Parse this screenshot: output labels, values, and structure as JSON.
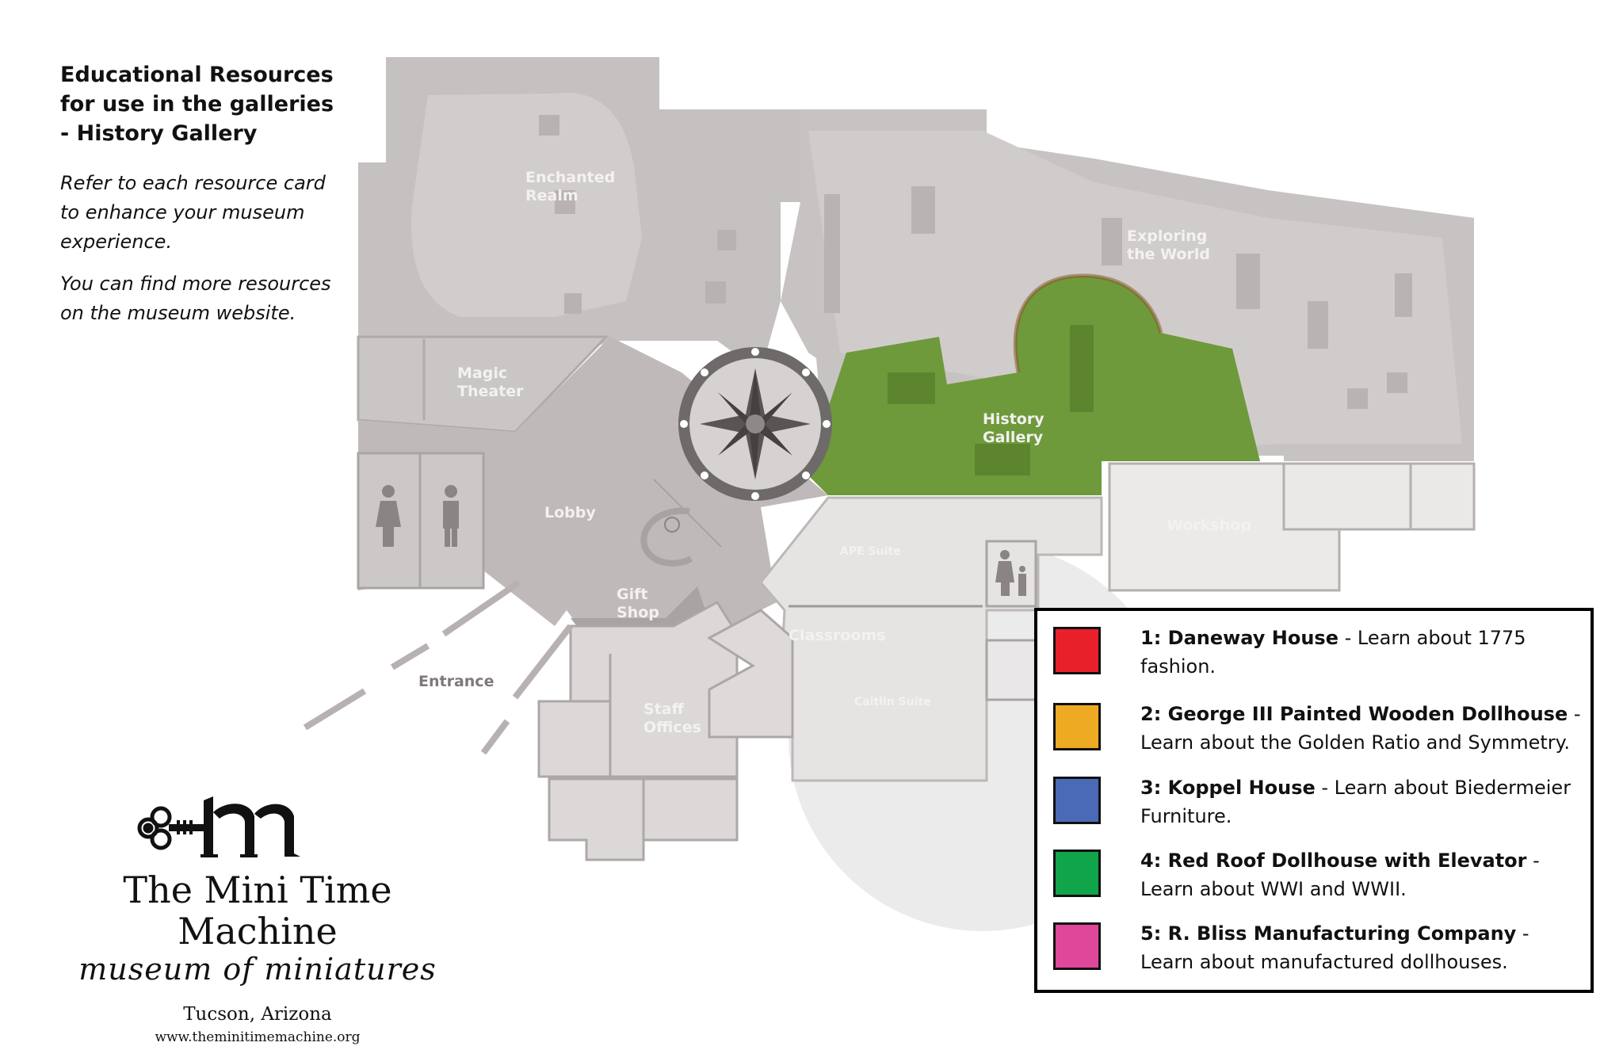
{
  "intro": {
    "title": "Educational Resources for use in the galleries - History Gallery",
    "note1": "Refer to each resource card to enhance your museum experience.",
    "note2": "You can find more resources on the museum website."
  },
  "map": {
    "labels": {
      "enchanted_1": "Enchanted",
      "enchanted_2": "Realm",
      "exploring_1": "Exploring",
      "exploring_2": "the World",
      "magic_1": "Magic",
      "magic_2": "Theater",
      "history_1": "History",
      "history_2": "Gallery",
      "lobby": "Lobby",
      "workshop": "Workshop",
      "ape": "APE Suite",
      "gift_1": "Gift",
      "gift_2": "Shop",
      "classrooms": "Classrooms",
      "caitlin": "Caitlin Suite",
      "entrance": "Entrance",
      "staff_1": "Staff",
      "staff_2": "Offices"
    },
    "colors": {
      "building": "#c9c4c4",
      "room_light": "#e4e1e1",
      "highlight": "#6e9a3b",
      "wall": "#a9a3a3"
    }
  },
  "logo": {
    "name": "The Mini Time Machine",
    "tag": "museum of miniatures",
    "city": "Tucson, Arizona",
    "url": "www.theminitimemachine.org"
  },
  "legend": {
    "items": [
      {
        "color": "#e8202a",
        "title": "1: Daneway House",
        "desc": " - Learn about 1775 fashion."
      },
      {
        "color": "#eeaa22",
        "title": "2: George III Painted Wooden Dollhouse",
        "desc": " - Learn about the Golden Ratio and Symmetry."
      },
      {
        "color": "#4a6ab8",
        "title": "3: Koppel House",
        "desc": " - Learn about Biedermeier Furniture."
      },
      {
        "color": "#10a54a",
        "title": "4: Red Roof Dollhouse with Elevator",
        "desc": " - Learn about WWI and WWII."
      },
      {
        "color": "#e0469a",
        "title": "5: R. Bliss Manufacturing Company",
        "desc": " - Learn about manufactured dollhouses."
      }
    ]
  }
}
